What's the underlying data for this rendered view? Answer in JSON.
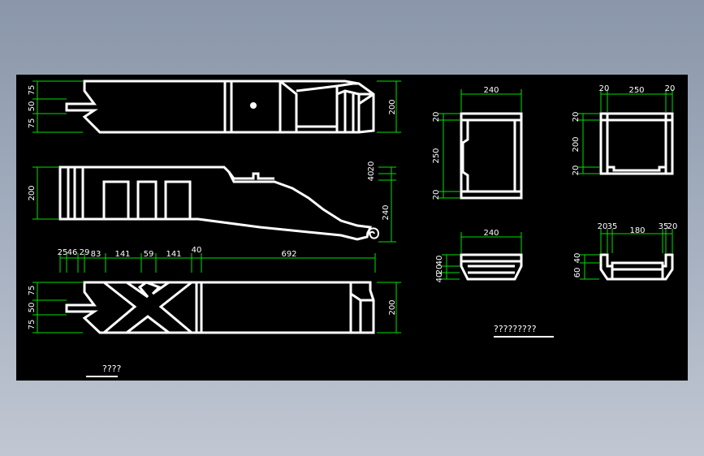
{
  "dims": {
    "v1_h1": "75",
    "v1_h2": "50",
    "v1_h3": "75",
    "v1_total": "200",
    "v2_left": "200",
    "v2_r1": "40",
    "v2_r2": "20",
    "v2_r3": "240",
    "h_a": "25",
    "h_b": "46",
    "h_c": "29",
    "h_d": "83",
    "h_e": "141",
    "h_f": "59",
    "h_g": "141",
    "h_h": "40",
    "h_i": "692",
    "v3_h1": "75",
    "v3_h2": "50",
    "v3_h3": "75",
    "v3_total": "200",
    "s1_top": "240",
    "s1_v1": "20",
    "s1_v2": "250",
    "s1_v3": "20",
    "s2_t1": "20",
    "s2_t2": "250",
    "s2_t3": "20",
    "s2_v1": "20",
    "s2_v2": "200",
    "s2_v3": "20",
    "s3_top": "240",
    "s3_v1": "40",
    "s3_v2": "20",
    "s3_v3": "40",
    "s4_t1": "20",
    "s4_t2": "35",
    "s4_t3": "180",
    "s4_t4": "35",
    "s4_t5": "20",
    "s4_v1": "40",
    "s4_v2": "60"
  },
  "labels": {
    "title_left": "????",
    "title_right": "?????????"
  },
  "colors": {
    "sheet": "#000000",
    "outline": "#ffffff",
    "dimension": "#00e000"
  }
}
